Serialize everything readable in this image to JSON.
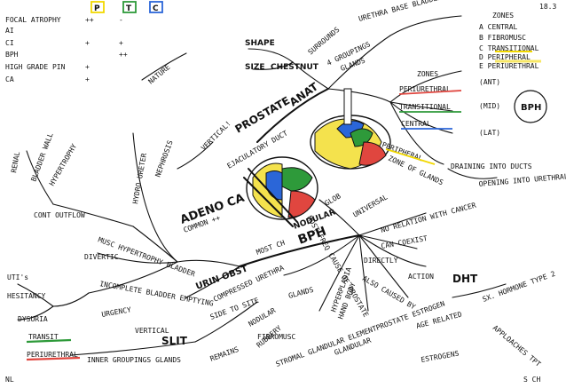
{
  "table": {
    "headers": [
      "P",
      "T",
      "C"
    ],
    "header_colors": [
      "#f2d800",
      "#2e9a3a",
      "#2b66d8"
    ],
    "rows": [
      {
        "label": "FOCAL ATROPHY",
        "marks": [
          "++",
          "-",
          ""
        ]
      },
      {
        "label": "AI",
        "marks": [
          "",
          "",
          ""
        ]
      },
      {
        "label": "CI",
        "marks": [
          "+",
          "+",
          ""
        ]
      },
      {
        "label": "BPH",
        "marks": [
          "",
          "++",
          ""
        ]
      },
      {
        "label": "HIGH GRADE PIN",
        "marks": [
          "+",
          "",
          ""
        ]
      },
      {
        "label": "CA",
        "marks": [
          "+",
          "",
          ""
        ]
      }
    ]
  },
  "corner": {
    "top_right": "18.3",
    "bottom_left": "NL",
    "bottom_right": "S CH"
  },
  "center": {
    "title": "PROSTATE",
    "anat": "ANAT"
  },
  "anatomy": {
    "shape": "SHAPE",
    "size": "SIZE",
    "chestnut": "CHESTNUT",
    "surround": "SURROUNDS",
    "urethra_base": "URETHRA BASE BLADDER",
    "groupings": "4 GROUPINGS",
    "glands": "GLANDS",
    "zones_title": "ZONES",
    "zone_list": [
      "A CENTRAL",
      "B FIBROMUSC",
      "C TRANSITIONAL",
      "D PERIPHERAL",
      "E PERIURETHRAL"
    ],
    "zones2": "ZONES",
    "periurethral": "PERIURETHRAL",
    "transitional": "TRANSITIONAL",
    "central": "CENTRAL",
    "peripheral": "PERIPHERAL",
    "zone_of_glands": "ZONE OF GLANDS",
    "draining": "DRAINING INTO DUCTS",
    "opening": "OPENING INTO URETHRAL SINUS CLOSE TO VERUMONTANUM (POST)",
    "lobes": [
      "(ANT)",
      "(MID)",
      "(LAT)"
    ],
    "bph_circle": "BPH"
  },
  "bph": {
    "nodular": "NODULAR",
    "bph": "BPH",
    "glob": "GLOB",
    "universal": "UNIVERSAL",
    "no_relation": "NO RELATION WITH CANCER",
    "cancerist": "CAN COEXIST",
    "most_freq": "MOST FREQ CAUSE OF PROSTATE",
    "directly": "DIRECTLY",
    "action": "ACTION",
    "dht": "DHT",
    "also_caused": "ALSO CAUSED BY",
    "sex_hormone": "SX. HORMONE TYPE 2",
    "apploaches": "APPLOACHES TPT",
    "prostate_estrogen": "PROSTATE ESTROGEN",
    "age_related": "AGE RELATED",
    "estrogens": "ESTROGENS",
    "hyperplasia": "HYPERPLASIA",
    "stromal": "STROMAL GLANDULAR ELEMENT",
    "fibromusc": "FIBROMUSC",
    "hand_body": "HAND BODY",
    "glandular": "GLANDULAR",
    "glands_word": "GLANDS",
    "nodular2": "NODULAR",
    "rubbery": "RUBBERY",
    "compressed": "COMPRESSED URETHRA",
    "side_to_side": "SIDE TO SITE",
    "slit": "SLIT",
    "vertical": "VERTICAL",
    "remains": "REMAINS",
    "transit": "TRANSIT",
    "periurethral": "PERIURETHRAL",
    "innergrouping": "INNER GROUPINGS GLANDS",
    "most_ch": "MOST CH",
    "urin_obst": "URIN OBST"
  },
  "adeno": {
    "adeno": "ADENO CA",
    "common": "COMMON ++",
    "ejaculatory": "EJACULATORY DUCT",
    "vertical": "VERTICAL!"
  },
  "left": {
    "hydronephrosis": "HYDRO URETER",
    "nephrosis": "NEPHROSIS",
    "renal": "RENAL",
    "bladder_wall": "BLADDER WALL",
    "hypertrophy": "HYPERTROPHY",
    "cont_outflow": "CONT OUTFLOW",
    "detr": "MUSC HYPERTROPHY BLADDER",
    "diverticula": "DIVERTIC",
    "incomplete": "INCOMPLETE BLADDER EMPTYING",
    "uti": "UTI's",
    "hesitancy": "HESITANCY",
    "dysuria": "DYSURIA",
    "urgency": "URGENCY",
    "nature": "NATURE"
  }
}
